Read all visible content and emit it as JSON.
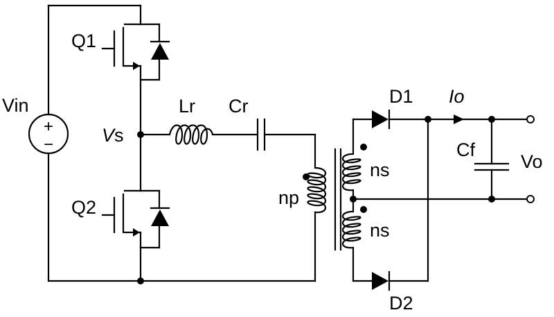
{
  "labels": {
    "vin": "Vin",
    "vs_italic": "V",
    "vs_sub": "s",
    "q1": "Q1",
    "q2": "Q2",
    "lr": "Lr",
    "cr": "Cr",
    "np": "np",
    "ns_top": "ns",
    "ns_bottom": "ns",
    "d1": "D1",
    "d2": "D2",
    "io": "Io",
    "cf": "Cf",
    "vo": "Vo"
  },
  "source_signs": {
    "plus": "+",
    "minus": "−"
  }
}
